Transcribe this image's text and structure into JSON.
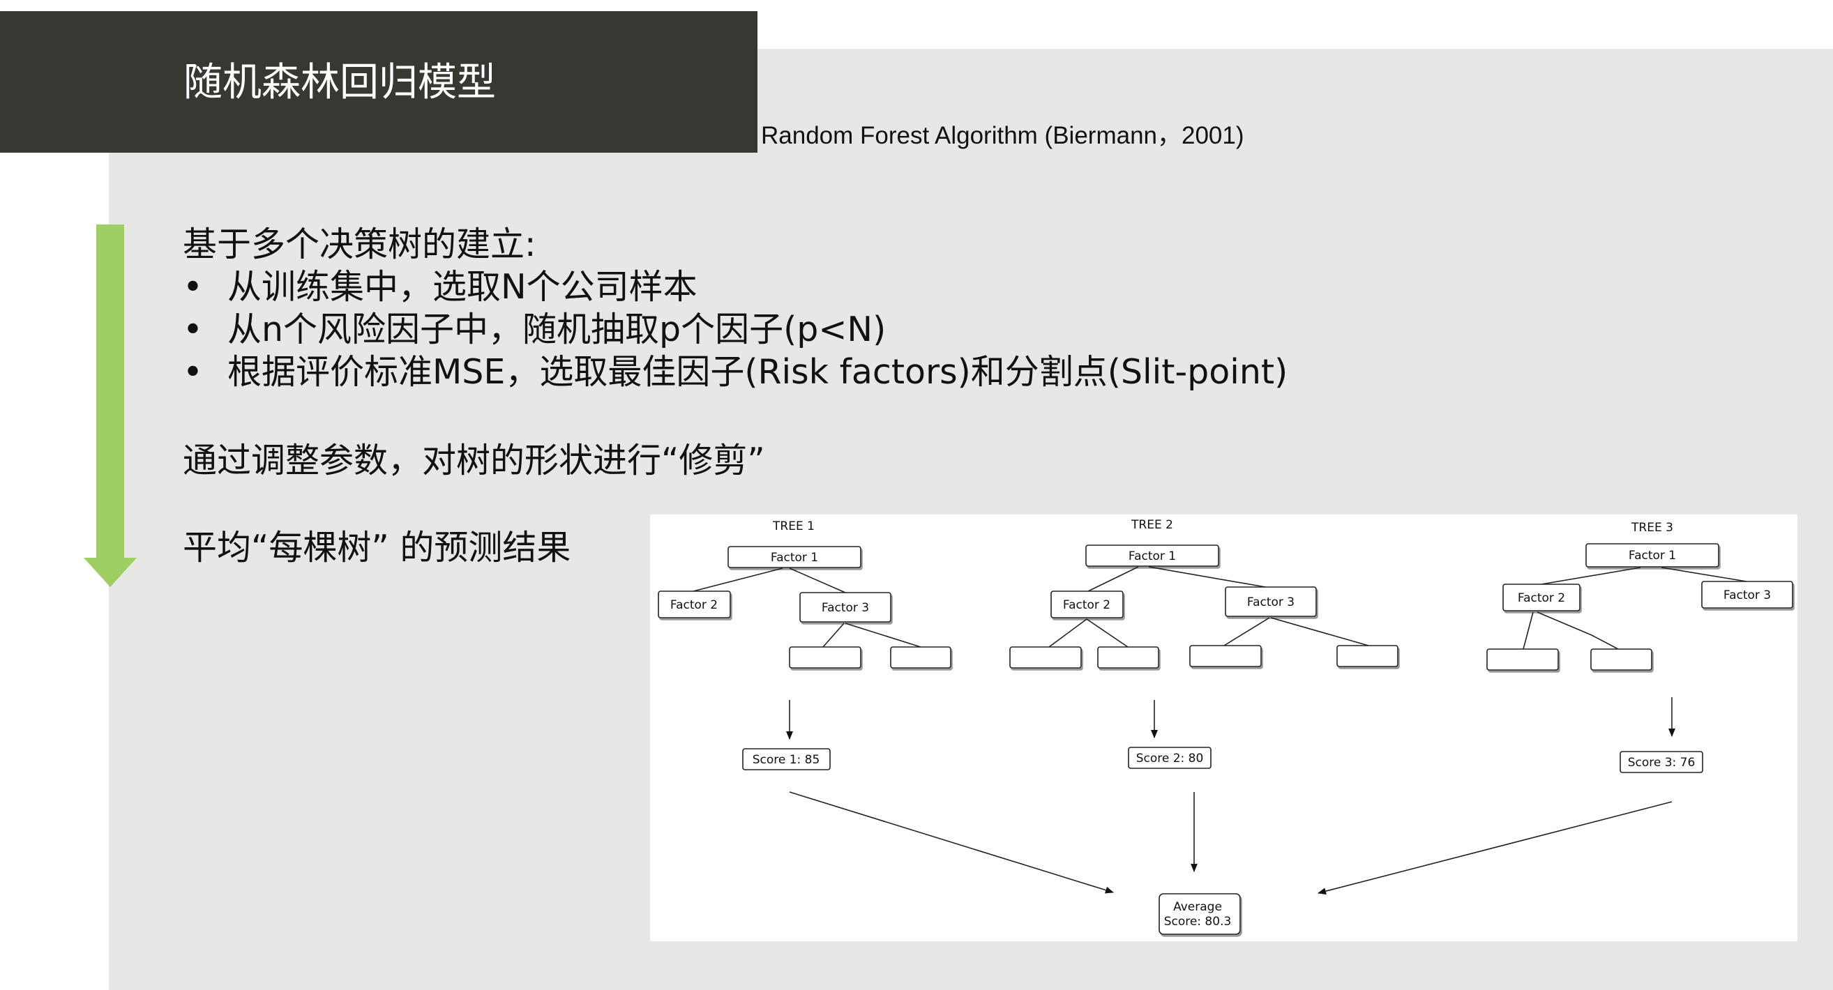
{
  "slide": {
    "title": "随机森林回归模型",
    "caption": "Random Forest Algorithm (Biermann，2001)",
    "intro": "基于多个决策树的建立:",
    "bullet_marker": "•",
    "bullets": [
      "从训练集中，选取N个公司样本",
      "从n个风险因子中，随机抽取p个因子(p<N)",
      "根据评价标准MSE，选取最佳因子(Risk factors)和分割点(Slit-point)"
    ],
    "pruning": "通过调整参数，对树的形状进行“修剪”",
    "average": "平均“每棵树” 的预测结果"
  },
  "colors": {
    "title_bar": "#383833",
    "panel": "#e7e7e6",
    "accent_arrow": "#9fce62"
  },
  "diagram": {
    "trees": [
      {
        "label": "TREE 1",
        "root": "Factor 1",
        "left": "Factor 2",
        "right": "Factor 3",
        "score": "Score 1: 85"
      },
      {
        "label": "TREE 2",
        "root": "Factor 1",
        "left": "Factor 2",
        "right": "Factor 3",
        "score": "Score 2: 80"
      },
      {
        "label": "TREE 3",
        "root": "Factor 1",
        "left": "Factor 2",
        "right": "Factor 3",
        "score": "Score 3: 76"
      }
    ],
    "average_line1": "Average",
    "average_line2": "Score: 80.3"
  }
}
